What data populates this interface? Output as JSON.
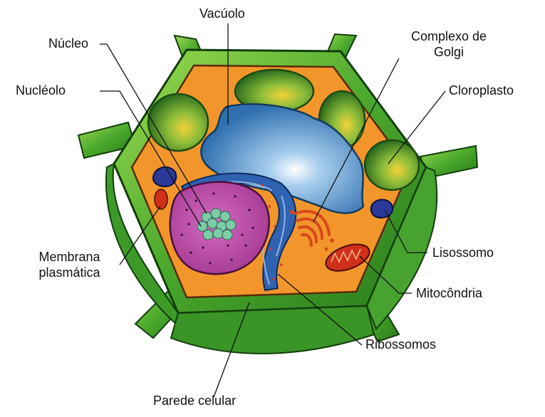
{
  "labels": {
    "vacuolo": "Vacúolo",
    "nucleo": "Núcleo",
    "nucleolo": "Nucléolo",
    "golgi": [
      "Complexo de",
      "Golgi"
    ],
    "cloroplasto": "Cloroplasto",
    "membrana": [
      "Membrana",
      "plasmática"
    ],
    "lisossomo": "Lisossomo",
    "mitocondria": "Mitocôndria",
    "ribossomos": "Ribossomos",
    "parede": "Parede celular"
  },
  "colors": {
    "cell_wall": "#3f9a2a",
    "cell_wall_light": "#8ccf4a",
    "cell_wall_dark": "#1f5e14",
    "cytoplasm": "#f0902a",
    "vacuole": "#3a7fc0",
    "nucleus": "#c04aa8",
    "nucleolus": "#6cc29a",
    "chloroplast": "#5a9a2a",
    "lysosome": "#2a3a8a",
    "mitochondria": "#d0301a",
    "golgi": "#d8481a",
    "er": "#2a5aa8"
  }
}
